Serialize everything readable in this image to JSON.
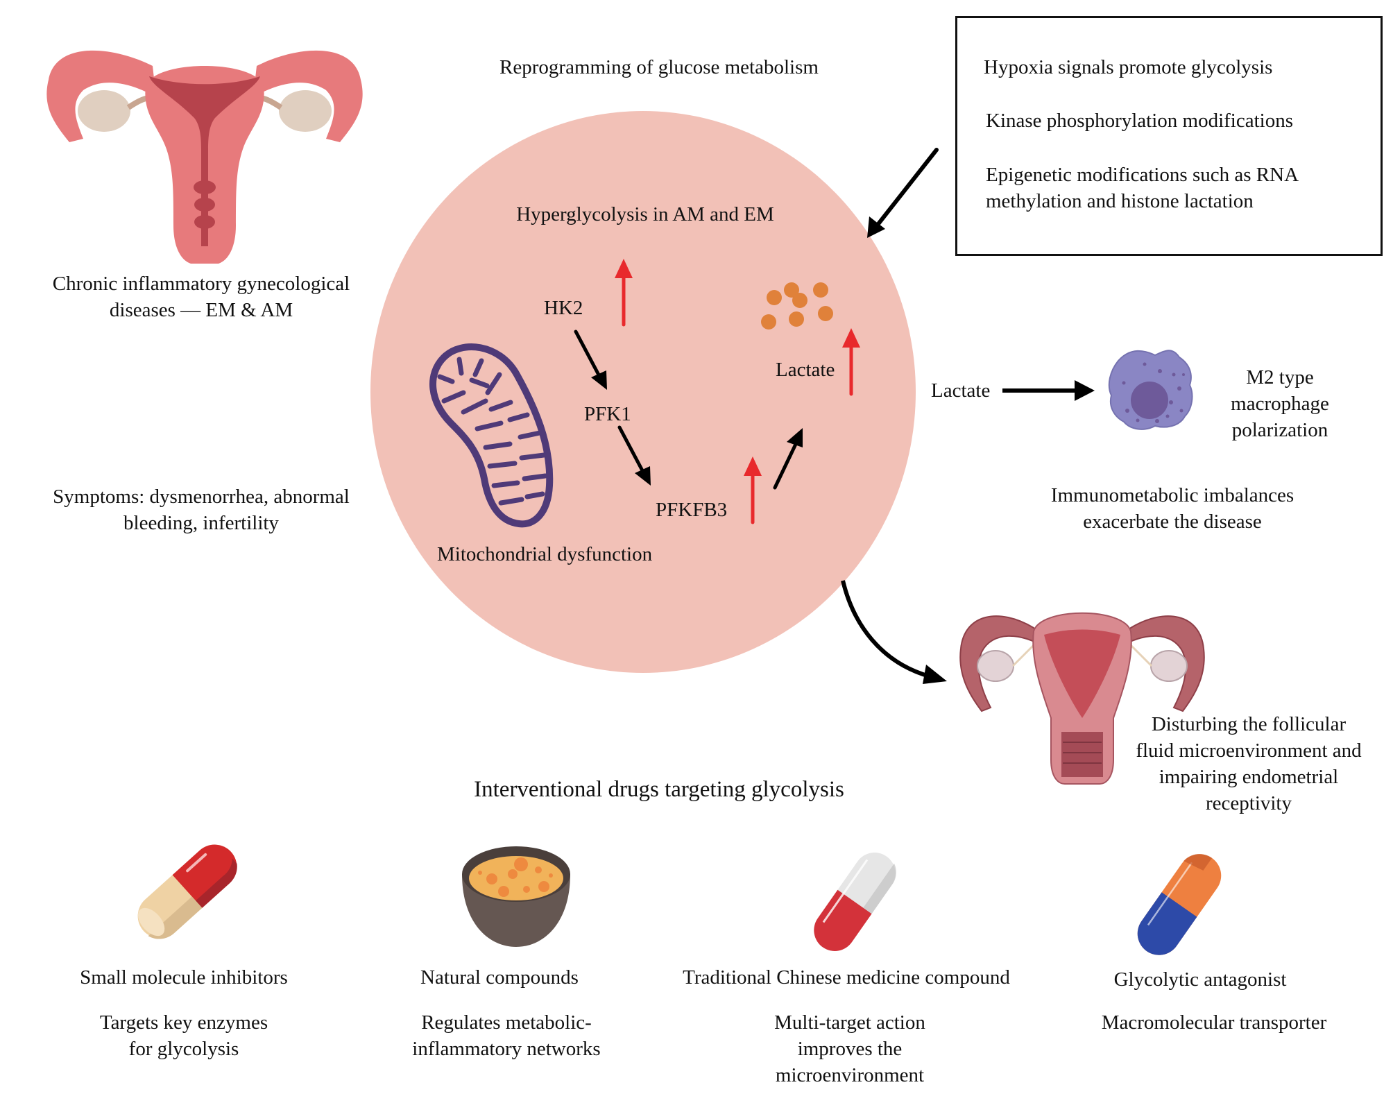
{
  "header": {
    "title": "Reprogramming of glucose metabolism"
  },
  "disease": {
    "label_lines": [
      "Chronic inflammatory gynecological",
      "diseases — EM & AM"
    ],
    "symptoms_lines": [
      "Symptoms: dysmenorrhea, abnormal",
      "bleeding, infertility"
    ]
  },
  "regulation_box": {
    "items": [
      {
        "lines": [
          "Hypoxia signals promote glycolysis"
        ]
      },
      {
        "lines": [
          "Kinase phosphorylation modifications"
        ]
      },
      {
        "lines": [
          "Epigenetic modifications such as RNA",
          "methylation and histone lactation"
        ]
      }
    ]
  },
  "pathway": {
    "circle_title": "Hyperglycolysis in AM and EM",
    "enzymes": [
      "HK2",
      "PFK1",
      "PFKFB3"
    ],
    "product": "Lactate",
    "mitochondria_label": "Mitochondrial dysfunction",
    "upregulated_markers": [
      "HK2",
      "PFKFB3",
      "Lactate"
    ]
  },
  "immune": {
    "input_label": "Lactate",
    "result_lines": [
      "M2 type",
      "macrophage",
      "polarization"
    ],
    "consequence_lines": [
      "Immunometabolic imbalances",
      "exacerbate the disease"
    ]
  },
  "fertility": {
    "lines": [
      "Disturbing the follicular",
      "fluid microenvironment and",
      "impairing endometrial",
      "receptivity"
    ]
  },
  "interventions": {
    "title": "Interventional drugs targeting glycolysis",
    "drugs": [
      {
        "name": "Small molecule inhibitors",
        "icon": "capsule-red-beige-icon",
        "desc_lines": [
          "Targets key enzymes",
          "for glycolysis"
        ]
      },
      {
        "name": "Natural compounds",
        "icon": "herbal-bowl-icon",
        "desc_lines": [
          "Regulates metabolic-",
          "inflammatory networks"
        ]
      },
      {
        "name": "Traditional Chinese medicine compound",
        "icon": "capsule-red-white-icon",
        "desc_lines": [
          "Multi-target action",
          "improves the",
          "microenvironment"
        ]
      },
      {
        "name": "Glycolytic antagonist",
        "icon": "capsule-blue-orange-icon",
        "desc_lines": [
          "Macromolecular transporter"
        ]
      }
    ]
  },
  "colors": {
    "circle_fill": "#f2c1b7",
    "upregulation_arrow": "#e8292c",
    "mitochondria": "#4f3a78",
    "lactate_dots": "#e0813a",
    "macrophage": "#8a86c4",
    "macrophage_nucleus": "#6e5a9a",
    "uterus_healthy": "#e77a7c",
    "uterus_inner": "#b6434c"
  }
}
